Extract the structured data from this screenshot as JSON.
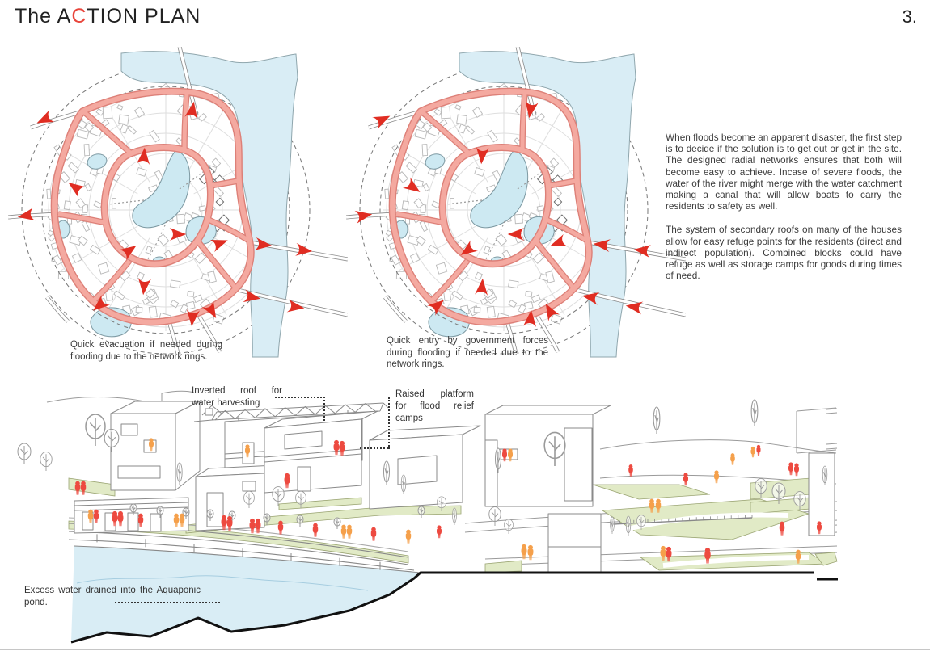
{
  "page": {
    "title_pre": "The A",
    "title_accent": "C",
    "title_post": "TION PLAN",
    "page_number": "3."
  },
  "maps": [
    {
      "id": "evacuation-map",
      "caption": "Quick evacuation if needed during flooding due to the network rings.",
      "arrow_direction": "outward",
      "arrow_icon": "evacuation-arrow-icon"
    },
    {
      "id": "entry-map",
      "caption": "Quick entry by government forces during flooding if needed due to the network rings.",
      "arrow_direction": "inward",
      "arrow_icon": "entry-arrow-icon"
    }
  ],
  "paragraphs": [
    "When floods become an apparent disaster, the first step is to decide if the solution is to get out or get in the site.  The designed radial networks ensures that both will become easy to achieve. Incase of severe floods, the water of the river might merge with the water catchment  making a canal that will allow boats to carry the residents to safety as well.",
    "The system of secondary roofs on many of the houses allow for easy refuge points for the residents (direct and indirect population). Combined blocks could have refuge as well as storage camps for goods during times of need."
  ],
  "illustration": {
    "annotations": [
      {
        "id": "inverted-roof",
        "text": "Inverted roof for water harvesting"
      },
      {
        "id": "raised-platform",
        "text": "Raised platform for flood relief camps"
      },
      {
        "id": "aquaponic-pond",
        "text": "Excess water drained into the Aquaponic pond."
      }
    ]
  },
  "colors": {
    "accent_red": "#e8443a",
    "arrow_red": "#e02d22",
    "road_fill": "#f4a9a0",
    "road_edge": "#dd8078",
    "river_fill": "#d9edf5",
    "river_edge": "#8fa6ad",
    "pond_fill": "#cde9f2",
    "pond_edge": "#7d99a2",
    "green_fill": "#e1eac6",
    "green_edge": "#9aa472",
    "figure_red": "#ed4a40",
    "figure_orange": "#f5a04b",
    "sketch_line": "#8a8a8a",
    "light_line": "#c9c9c9",
    "text_dark": "#3c3c3c",
    "section_black": "#111111"
  }
}
